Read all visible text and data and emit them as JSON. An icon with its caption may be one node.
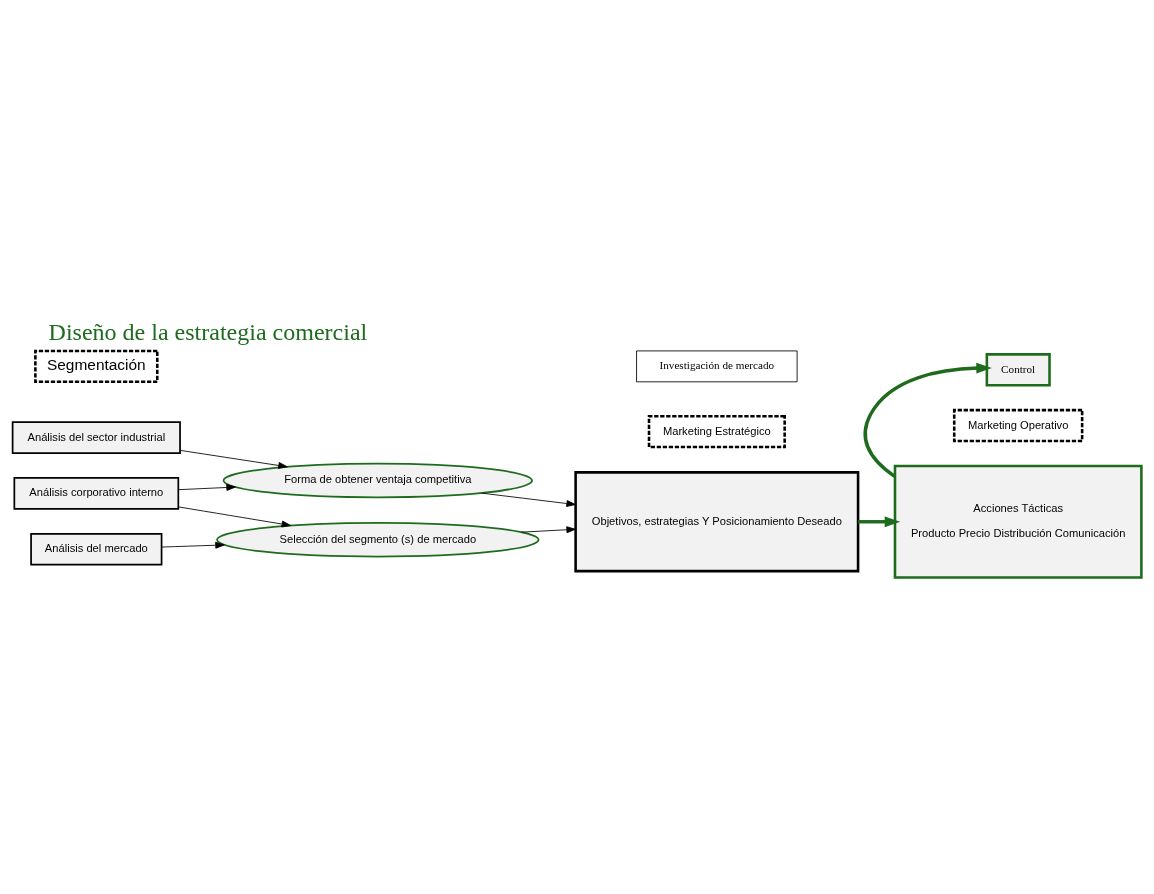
{
  "diagram": {
    "title": "Diseño de la estrategia comercial",
    "nodes": [
      {
        "text": [
          "Análisis del sector industrial"
        ]
      },
      {
        "text": [
          "Análisis corporativo interno"
        ]
      },
      {
        "text": [
          "Análisis del mercado"
        ]
      },
      {
        "text": [
          "Forma de obtener ventaja competitiva"
        ]
      },
      {
        "text": [
          "Selección del segmento (s) de mercado"
        ]
      },
      {
        "text": [
          "Objetivos, estrategias Y Posicionamiento Deseado"
        ]
      },
      {
        "text": [
          "Marketing Estratégico"
        ]
      },
      {
        "text": [
          "Marketing Operativo"
        ]
      },
      {
        "text": [
          "Acciones Tácticas",
          "Producto Precio Distribución Comunicación"
        ]
      },
      {
        "text": [
          "Segmentación"
        ]
      },
      {
        "text": [
          "Investigación de mercado"
        ]
      },
      {
        "text": [
          "Control"
        ]
      }
    ],
    "edges": [
      {
        "from": 0,
        "to": 3,
        "arrow": "to"
      },
      {
        "from": 1,
        "to": 3,
        "arrow": "to"
      },
      {
        "from": 1,
        "to": 4,
        "arrow": "to"
      },
      {
        "from": 2,
        "to": 4,
        "arrow": "to"
      },
      {
        "from": 3,
        "to": 5,
        "arrow": "to"
      },
      {
        "from": 4,
        "to": 5,
        "arrow": "to"
      },
      {
        "from": 5,
        "to": 8,
        "arrow": "to",
        "style": "thick",
        "color": "#1e6b1e"
      },
      {
        "from": 8,
        "to": 11,
        "arrow": "to",
        "style": "thick",
        "color": "#1e6b1e"
      }
    ]
  }
}
